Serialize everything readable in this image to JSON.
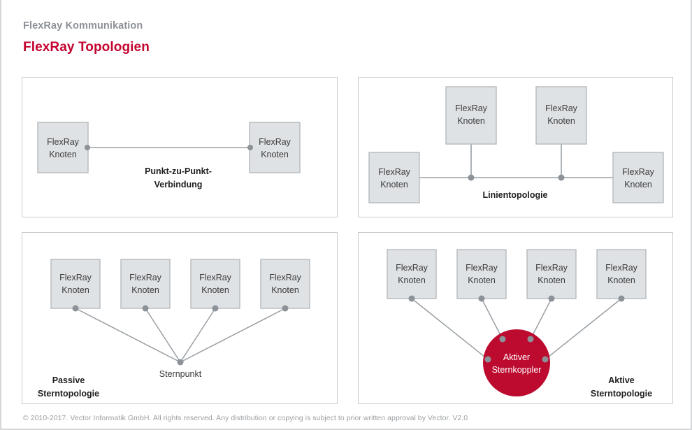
{
  "slide": {
    "eyebrow": "FlexRay Kommunikation",
    "title": "FlexRay Topologien",
    "footer": "© 2010-2017. Vector Informatik GmbH. All rights reserved. Any distribution or copying is subject to prior written approval by Vector. V2.0",
    "colors": {
      "accent_red": "#c4042f",
      "coupler_red": "#bd0a2f",
      "node_fill": "#dfe2e5",
      "node_border": "#b6babd",
      "line_grey": "#9aa0a5",
      "dot_grey": "#8c9298",
      "panel_border": "#c9cbcd",
      "eyebrow_grey": "#8d9196",
      "footer_grey": "#9a9ea2",
      "text_dark": "#3b3b3b"
    }
  },
  "node_label": {
    "line1": "FlexRay",
    "line2": "Knoten"
  },
  "panels": [
    {
      "id": "point-to-point",
      "caption_line1": "Punkt-zu-Punkt-",
      "caption_line2": "Verbindung",
      "nodes": [
        {
          "label1": "FlexRay",
          "label2": "Knoten"
        },
        {
          "label1": "FlexRay",
          "label2": "Knoten"
        }
      ]
    },
    {
      "id": "line-topology",
      "caption_line1": "Linientopologie",
      "caption_line2": "",
      "nodes": [
        {
          "label1": "FlexRay",
          "label2": "Knoten"
        },
        {
          "label1": "FlexRay",
          "label2": "Knoten"
        },
        {
          "label1": "FlexRay",
          "label2": "Knoten"
        },
        {
          "label1": "FlexRay",
          "label2": "Knoten"
        }
      ]
    },
    {
      "id": "passive-star",
      "caption_line1": "Passive",
      "caption_line2": "Sterntopologie",
      "star_point_label": "Sternpunkt",
      "nodes": [
        {
          "label1": "FlexRay",
          "label2": "Knoten"
        },
        {
          "label1": "FlexRay",
          "label2": "Knoten"
        },
        {
          "label1": "FlexRay",
          "label2": "Knoten"
        },
        {
          "label1": "FlexRay",
          "label2": "Knoten"
        }
      ]
    },
    {
      "id": "active-star",
      "caption_line1": "Aktive",
      "caption_line2": "Sterntopologie",
      "coupler_line1": "Aktiver",
      "coupler_line2": "Sternkoppler",
      "nodes": [
        {
          "label1": "FlexRay",
          "label2": "Knoten"
        },
        {
          "label1": "FlexRay",
          "label2": "Knoten"
        },
        {
          "label1": "FlexRay",
          "label2": "Knoten"
        },
        {
          "label1": "FlexRay",
          "label2": "Knoten"
        }
      ]
    }
  ]
}
